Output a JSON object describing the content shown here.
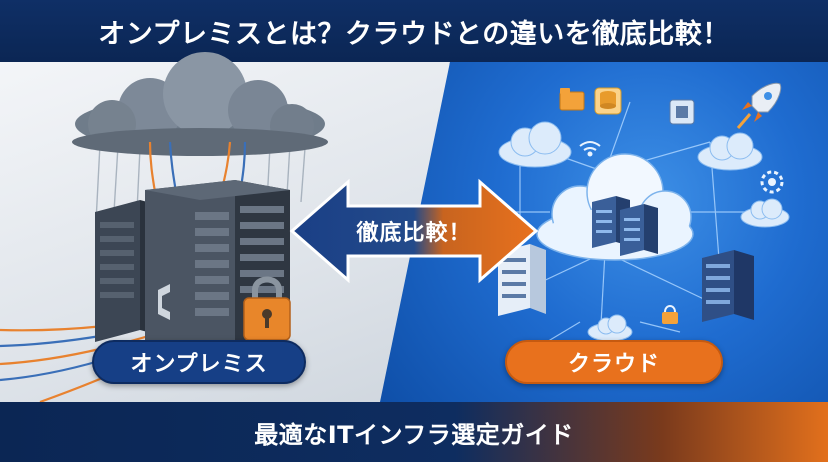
{
  "header": {
    "title": "オンプレミスとは？クラウドとの違いを徹底比較！"
  },
  "comparison": {
    "left_label": "オンプレミス",
    "center_label": "徹底比較！",
    "right_label": "クラウド"
  },
  "footer": {
    "subtitle": "最適なITインフラ選定ガイド"
  },
  "icons": {
    "left": [
      "storm-cloud-icon",
      "server-rack-icon",
      "padlock-icon",
      "cables-icon"
    ],
    "right": [
      "cloud-network-icon",
      "rocket-icon",
      "folder-icon",
      "database-icon",
      "wifi-icon",
      "chip-icon",
      "gear-icon",
      "server-icon"
    ]
  },
  "colors": {
    "navy": "#0f2f66",
    "blue": "#1f6cd0",
    "orange": "#e8711d",
    "light_gray": "#e3e8ee"
  }
}
